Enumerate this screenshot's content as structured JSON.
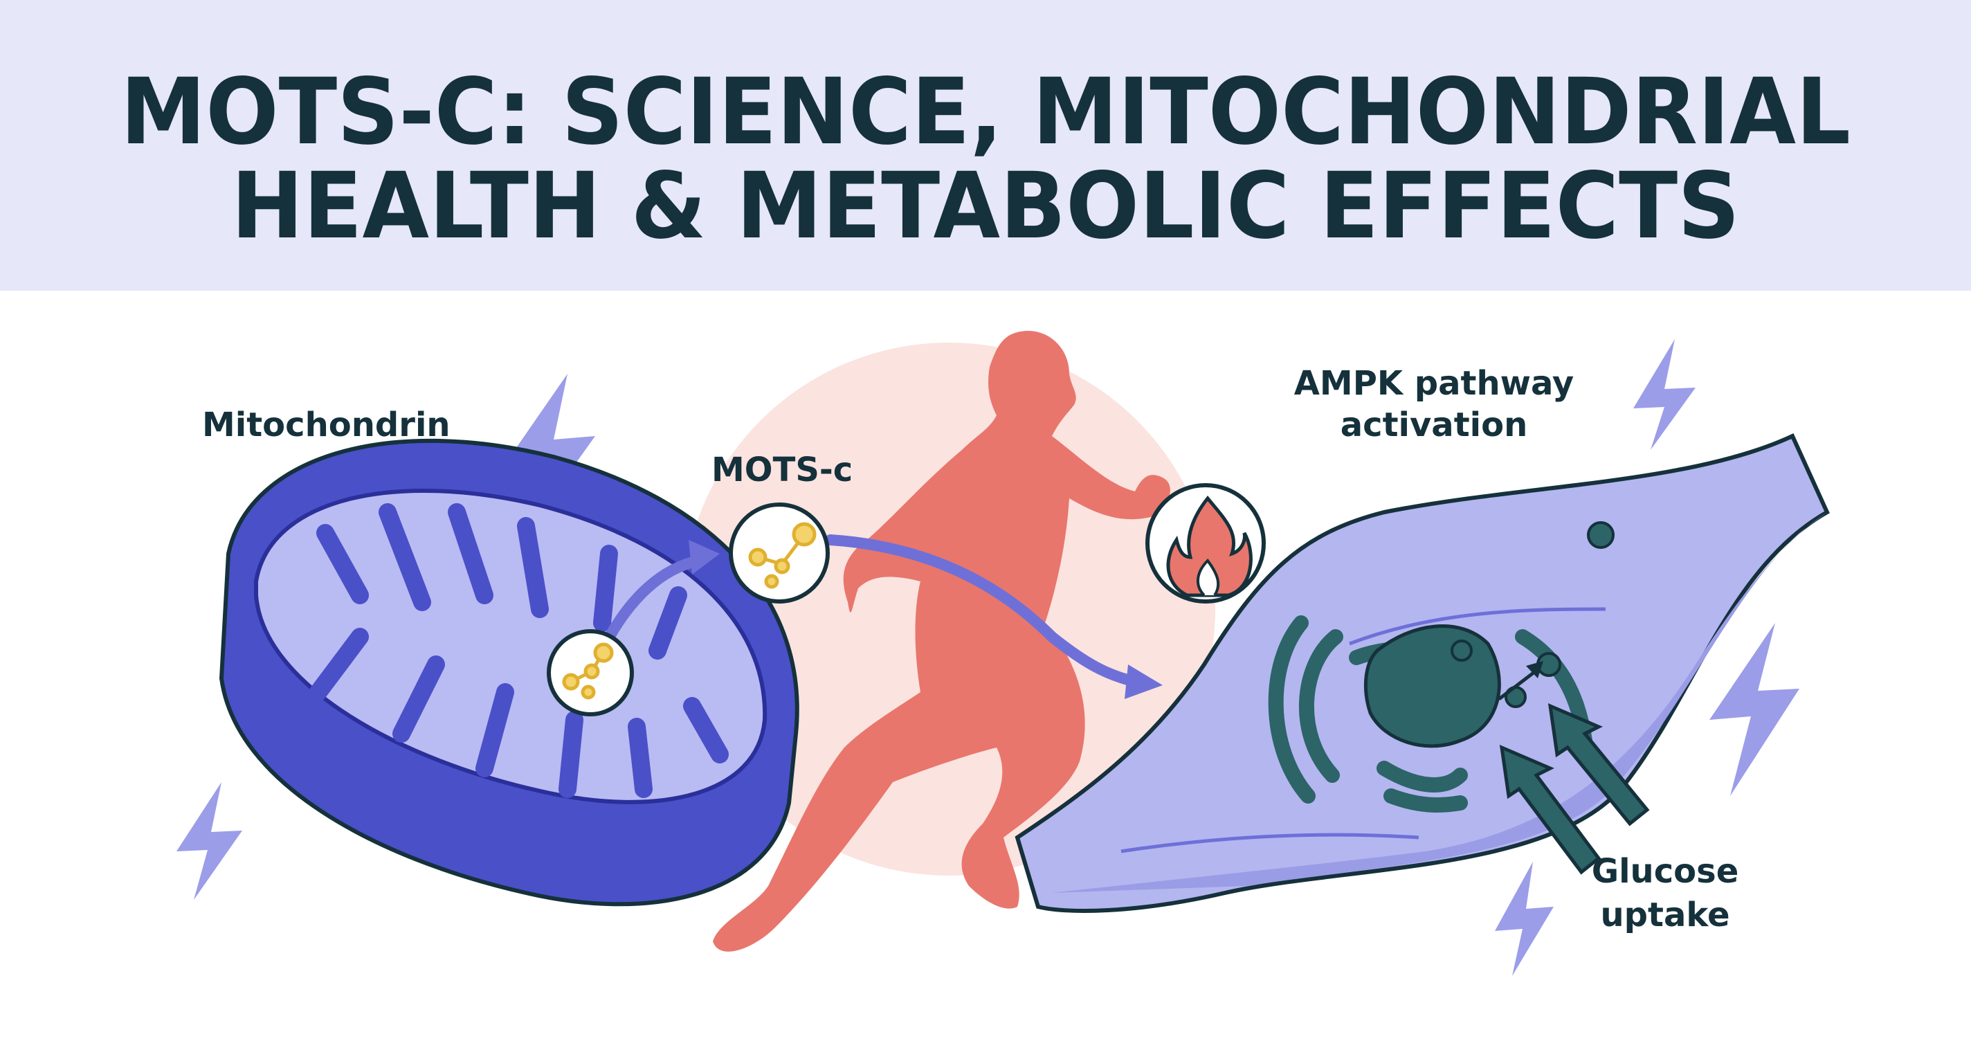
{
  "header": {
    "title_line1": "MOTS-C: SCIENCE, MITOCHONDRIAL",
    "title_line2": "HEALTH & METABOLIC EFFECTS"
  },
  "labels": {
    "mitochondrion": "Mitochondrin",
    "mots_c": "MOTS-c",
    "ampk_line1": "AMPK pathway",
    "ampk_line2": "activation",
    "glucose_line1": "Glucose",
    "glucose_line2": "uptake"
  },
  "icons": [
    "lightning-icon",
    "molecule-icon",
    "flame-icon",
    "runner-figure",
    "mitochondrion",
    "muscle-cell",
    "nucleus"
  ],
  "colors": {
    "header_bg": "#e6e7f8",
    "text": "#15313b",
    "mito_dark": "#4a50c8",
    "mito_light": "#b9bbf3",
    "runner": "#e8766c",
    "glow": "#fbe3df",
    "cell": "#b4b6f0",
    "organelle": "#2c6468",
    "molecule": "#e0b030",
    "bolt": "#9b9de8"
  }
}
